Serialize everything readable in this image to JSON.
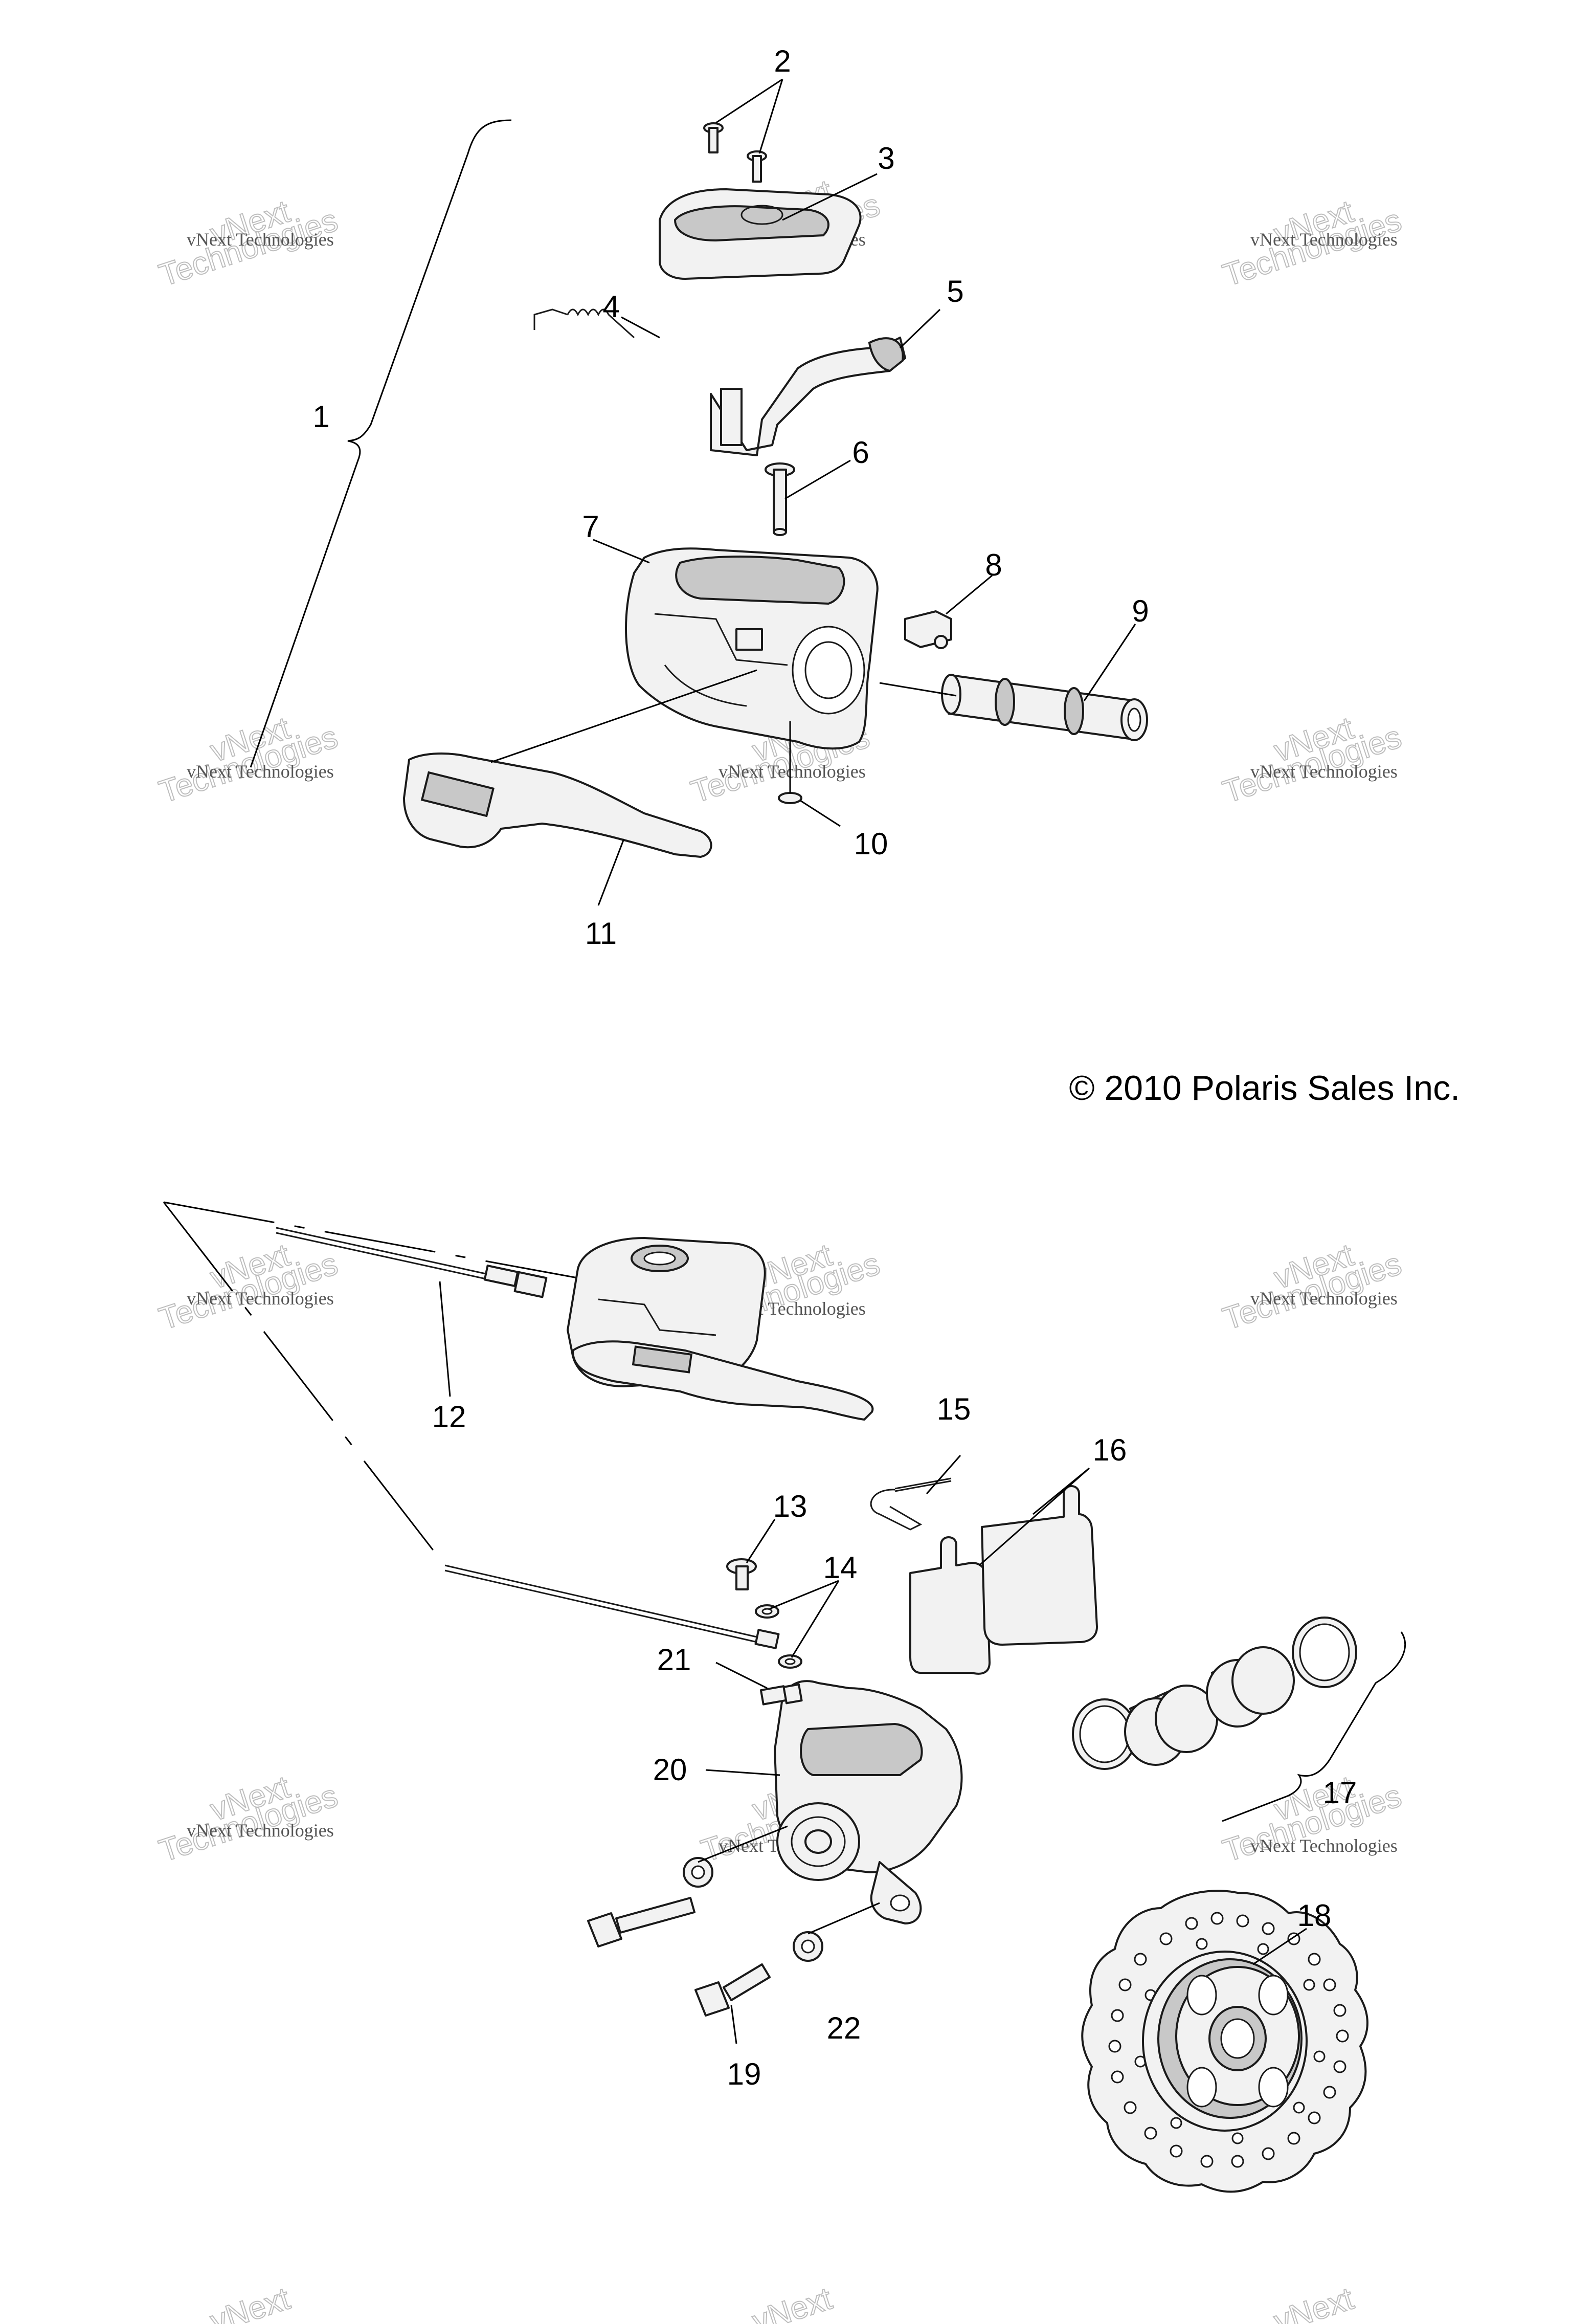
{
  "callouts": [
    "1",
    "2",
    "3",
    "4",
    "5",
    "6",
    "7",
    "8",
    "9",
    "10",
    "11",
    "12",
    "13",
    "14",
    "15",
    "16",
    "17",
    "18",
    "19",
    "20",
    "21",
    "22"
  ],
  "copyright": "© 2010 Polaris Sales Inc.",
  "watermark": {
    "line1": "vNext Technologies",
    "line2": "vNext",
    "line3": "Technologies"
  }
}
